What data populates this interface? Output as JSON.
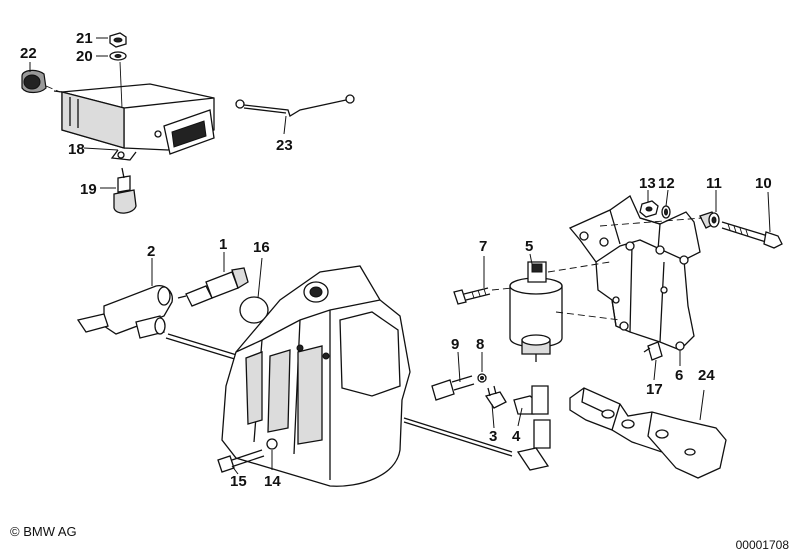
{
  "callouts": {
    "p1": "1",
    "p2": "2",
    "p3": "3",
    "p4": "4",
    "p5": "5",
    "p6": "6",
    "p7": "7",
    "p8": "8",
    "p9": "9",
    "p10": "10",
    "p11": "11",
    "p12": "12",
    "p13": "13",
    "p14": "14",
    "p15": "15",
    "p16": "16",
    "p17": "17",
    "p18": "18",
    "p19": "19",
    "p20": "20",
    "p21": "21",
    "p22": "22",
    "p23": "23",
    "p24": "24"
  },
  "footer": {
    "copyright": "© BMW AG",
    "doc_number": "00001708"
  }
}
